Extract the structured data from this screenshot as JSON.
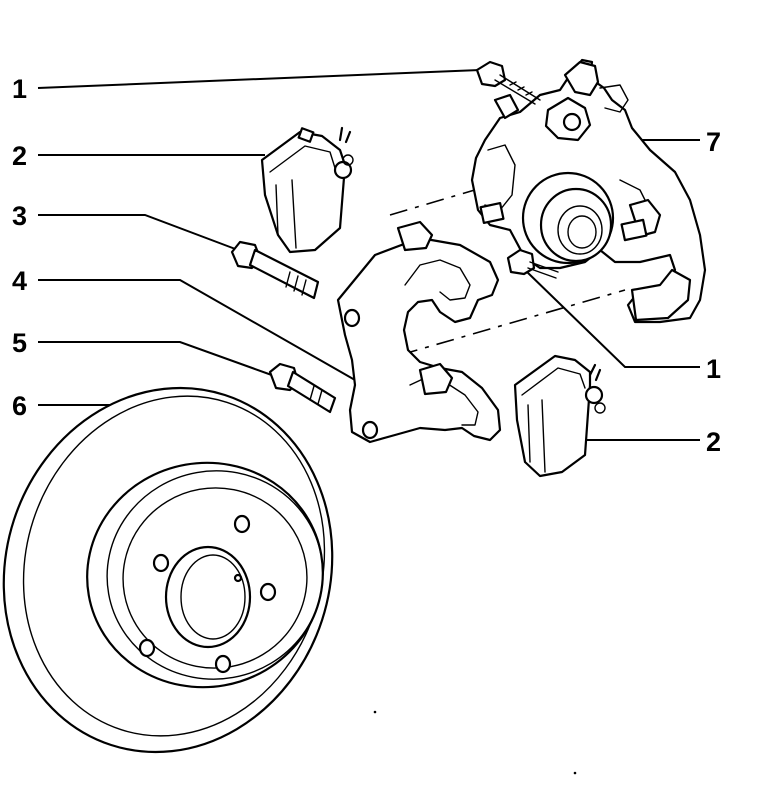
{
  "callouts": {
    "left": [
      {
        "id": "c1l",
        "label": "1"
      },
      {
        "id": "c2l",
        "label": "2"
      },
      {
        "id": "c3l",
        "label": "3"
      },
      {
        "id": "c4l",
        "label": "4"
      },
      {
        "id": "c5l",
        "label": "5"
      },
      {
        "id": "c6l",
        "label": "6"
      }
    ],
    "right": [
      {
        "id": "c7r",
        "label": "7"
      },
      {
        "id": "c1r",
        "label": "1"
      },
      {
        "id": "c2r",
        "label": "2"
      }
    ]
  },
  "parts": [
    "bolt-upper",
    "brake-pad-outer",
    "guide-pin-upper",
    "caliper-carrier",
    "guide-pin-lower",
    "brake-disc",
    "caliper-housing",
    "bolt-lower",
    "brake-pad-inner"
  ],
  "colors": {
    "ink": "#000000",
    "paper": "#ffffff"
  }
}
